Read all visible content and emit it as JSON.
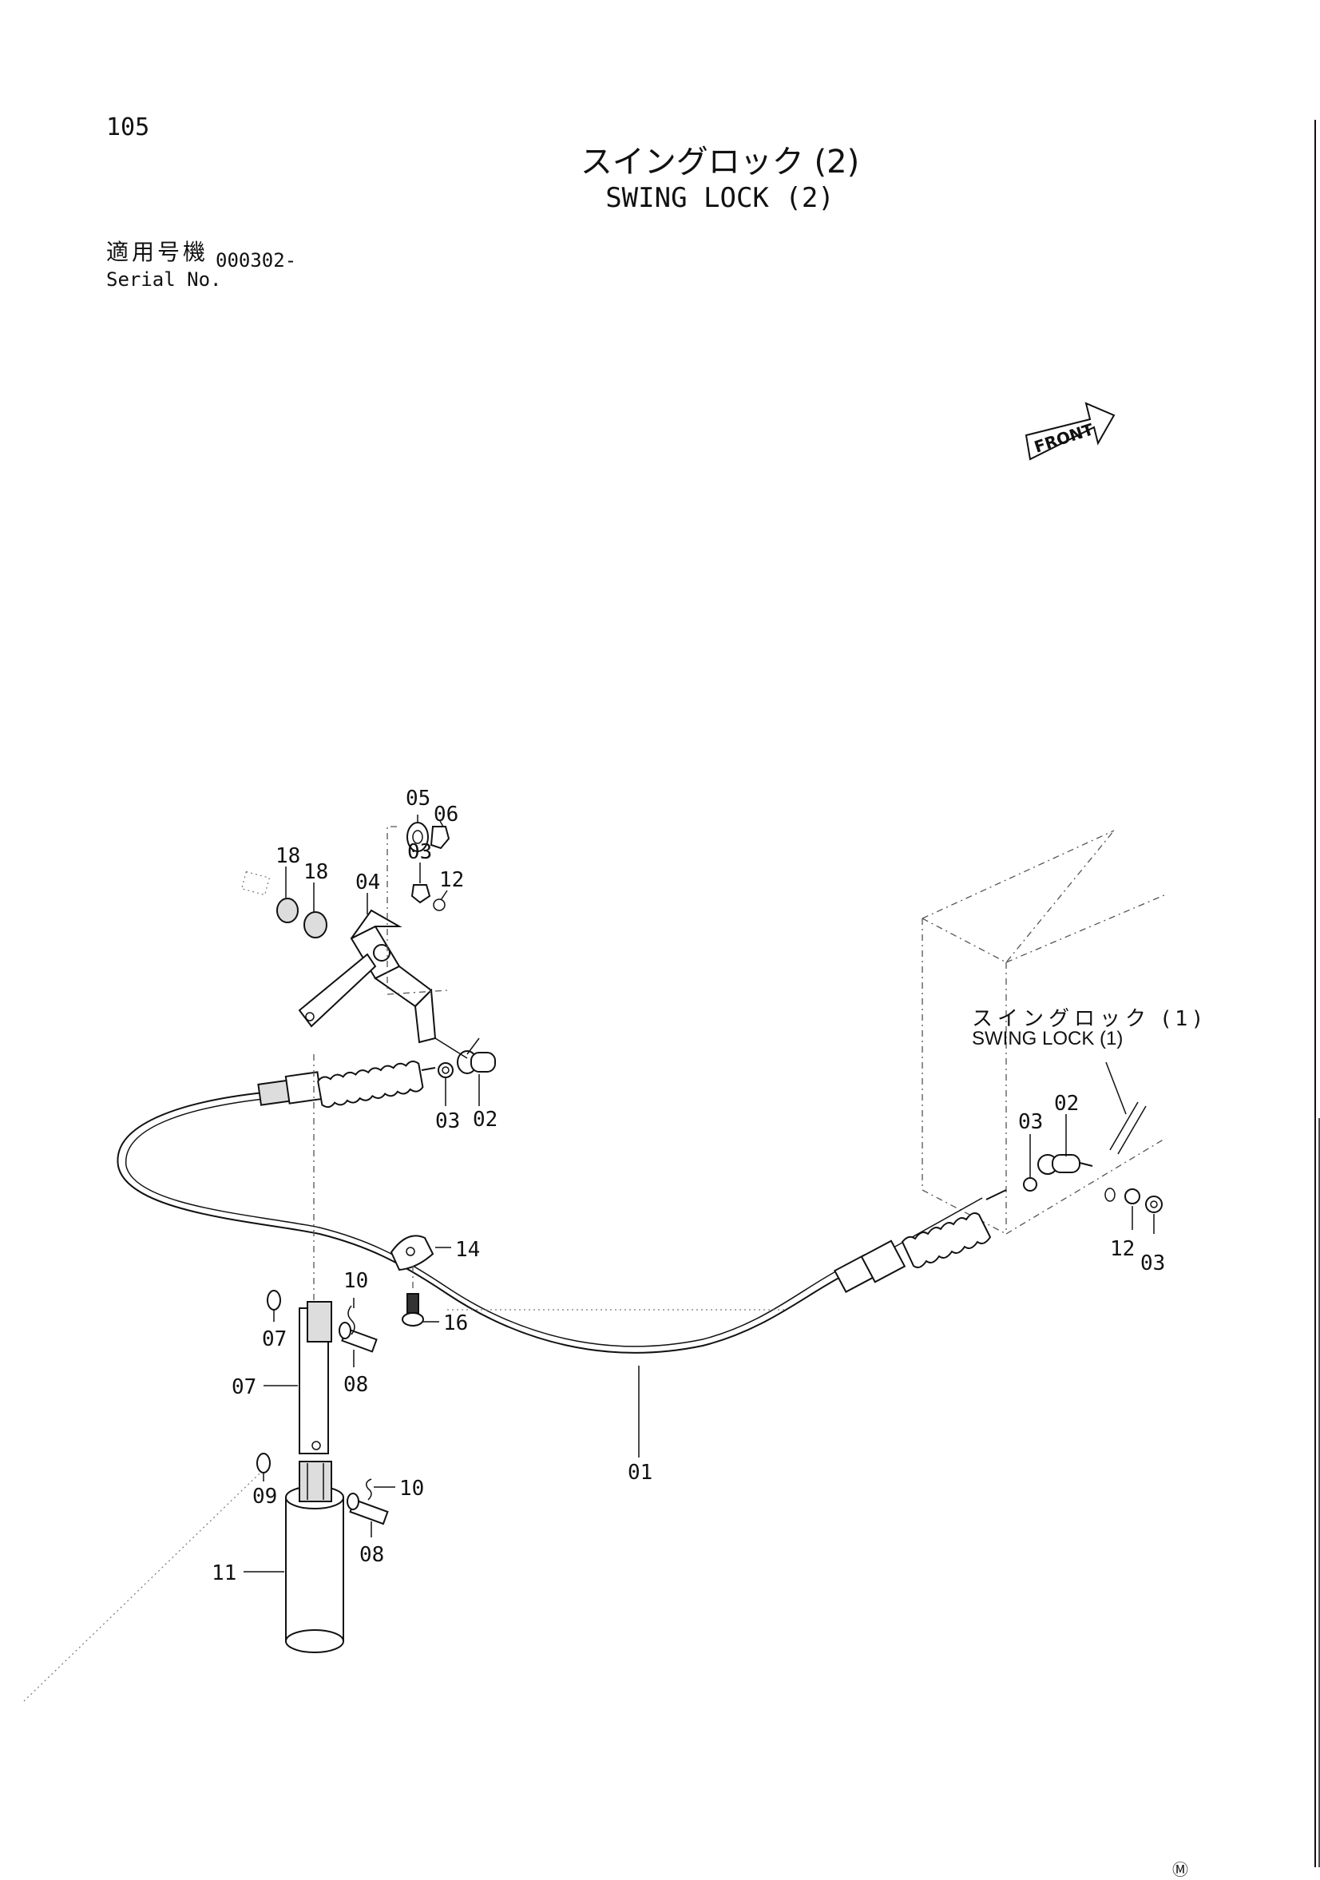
{
  "page": {
    "number": "105",
    "title_ja": "スイングロック (2)",
    "title_en": "SWING LOCK (2)",
    "serial_label_ja": "適用号機",
    "serial_label_en": "Serial No.",
    "serial_value": "000302-",
    "footer_mark": "Ⓜ"
  },
  "diagram": {
    "front_arrow_text": "FRONT",
    "reference_ja": "スイングロック (1)",
    "reference_en": "SWING LOCK (1)",
    "part_labels": [
      "01",
      "02",
      "03",
      "04",
      "05",
      "06",
      "07",
      "08",
      "09",
      "10",
      "11",
      "12",
      "14",
      "16",
      "18"
    ]
  }
}
